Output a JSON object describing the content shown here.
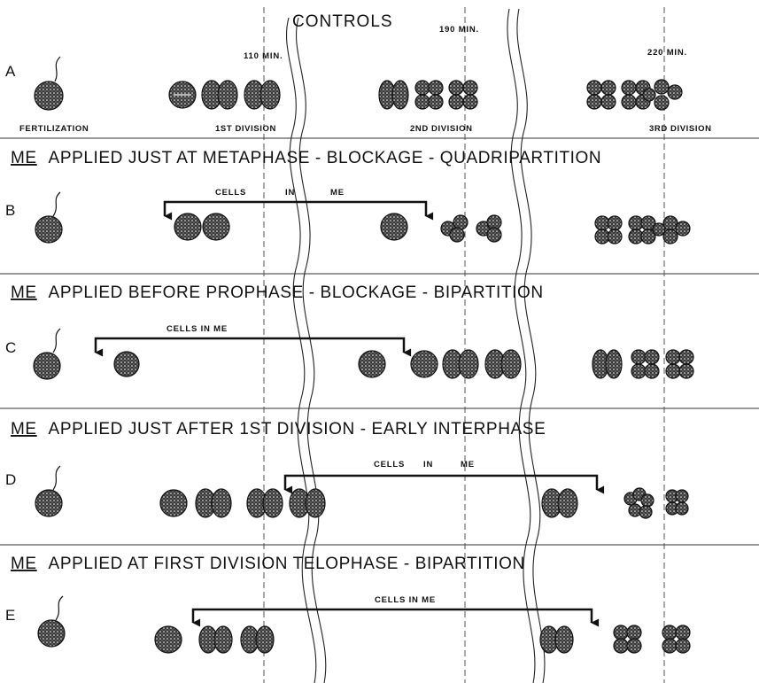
{
  "title": "CONTROLS",
  "time_labels": [
    "110 MIN.",
    "190 MIN.",
    "220 MIN."
  ],
  "rows": [
    {
      "letter": "A",
      "stage_captions": [
        "FERTILIZATION",
        "1ST DIVISION",
        "2ND DIVISION",
        "3RD DIVISION"
      ]
    },
    {
      "letter": "B",
      "heading_prefix": "ME",
      "heading_rest": "APPLIED JUST AT METAPHASE - BLOCKAGE - QUADRIPARTITION",
      "bracket_label_parts": [
        "CELLS",
        "IN",
        "ME"
      ]
    },
    {
      "letter": "C",
      "heading_prefix": "ME",
      "heading_rest": "APPLIED BEFORE PROPHASE - BLOCKAGE - BIPARTITION",
      "bracket_label_parts": [
        "CELLS IN ME"
      ]
    },
    {
      "letter": "D",
      "heading_prefix": "ME",
      "heading_rest": "APPLIED JUST AFTER 1ST DIVISION - EARLY INTERPHASE",
      "bracket_label_parts": [
        "CELLS",
        "IN",
        "ME"
      ]
    },
    {
      "letter": "E",
      "heading_prefix": "ME",
      "heading_rest": "APPLIED AT FIRST DIVISION TELOPHASE - BIPARTITION",
      "bracket_label_parts": [
        "CELLS IN ME"
      ]
    }
  ]
}
